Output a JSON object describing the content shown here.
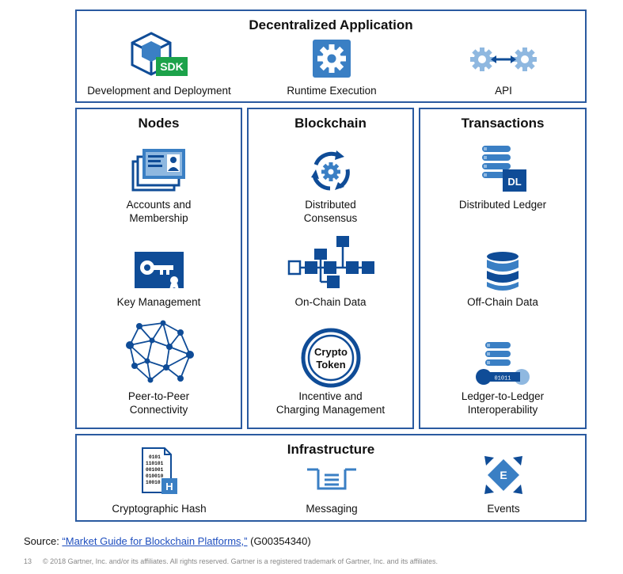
{
  "decentralized_app": {
    "title": "Decentralized Application",
    "items": [
      {
        "label": "Development and Deployment",
        "icon": "cube-sdk-icon",
        "badge": "SDK"
      },
      {
        "label": "Runtime Execution",
        "icon": "gear-icon"
      },
      {
        "label": "API",
        "icon": "gears-arrow-icon"
      }
    ]
  },
  "nodes": {
    "title": "Nodes",
    "items": [
      {
        "label_lines": [
          "Accounts and",
          "Membership"
        ],
        "icon": "id-cards-icon"
      },
      {
        "label_lines": [
          "Key Management"
        ],
        "icon": "key-certificate-icon"
      },
      {
        "label_lines": [
          "Peer-to-Peer",
          "Connectivity"
        ],
        "icon": "network-mesh-icon"
      }
    ]
  },
  "blockchain": {
    "title": "Blockchain",
    "items": [
      {
        "label_lines": [
          "Distributed",
          "Consensus"
        ],
        "icon": "gear-cycle-icon"
      },
      {
        "label_lines": [
          "On-Chain Data"
        ],
        "icon": "block-chain-icon"
      },
      {
        "label_lines": [
          "Incentive and",
          "Charging Management"
        ],
        "icon": "crypto-token-icon",
        "token_lines": [
          "Crypto",
          "Token"
        ]
      }
    ]
  },
  "transactions": {
    "title": "Transactions",
    "items": [
      {
        "label_lines": [
          "Distributed Ledger"
        ],
        "icon": "ledger-books-icon",
        "badge": "DL"
      },
      {
        "label_lines": [
          "Off-Chain Data"
        ],
        "icon": "database-icon"
      },
      {
        "label_lines": [
          "Ledger-to-Ledger",
          "Interoperability"
        ],
        "icon": "ledger-link-icon",
        "badge": "01011"
      }
    ]
  },
  "infrastructure": {
    "title": "Infrastructure",
    "items": [
      {
        "label": "Cryptographic Hash",
        "icon": "document-hash-icon",
        "binary_lines": [
          "0101",
          "110101",
          "001001",
          "010010",
          "10010"
        ],
        "badge": "H"
      },
      {
        "label": "Messaging",
        "icon": "message-queue-icon"
      },
      {
        "label": "Events",
        "icon": "event-diamond-icon",
        "badge": "E"
      }
    ]
  },
  "source": {
    "prefix": "Source: ",
    "link_text": "“Market Guide for Blockchain Platforms,”",
    "suffix": " (G00354340)"
  },
  "footer": {
    "page_number": "13",
    "copyright": "© 2018 Gartner, Inc. and/or its affiliates. All rights reserved. Gartner is a registered trademark of Gartner, Inc. and its affiliates."
  },
  "colors": {
    "border": "#2a5aa0",
    "dark_blue": "#0f4c97",
    "mid_blue": "#3a7fc4",
    "light_blue": "#8fb8e0",
    "green": "#1ca24a"
  }
}
